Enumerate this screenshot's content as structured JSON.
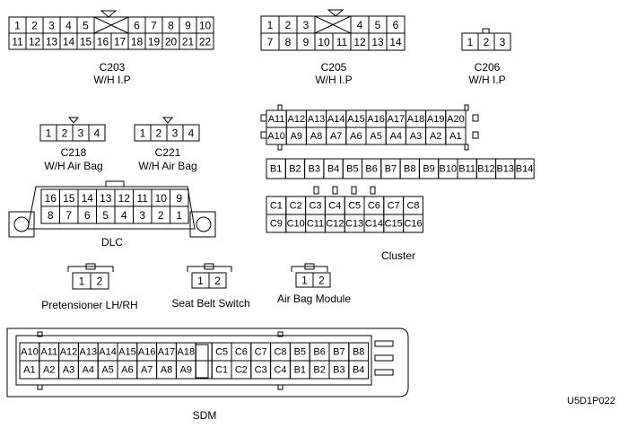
{
  "connectors": {
    "c203": {
      "name": "C203",
      "location": "W/H I.P",
      "rows": [
        [
          "1",
          "2",
          "3",
          "4",
          "5",
          "",
          "6",
          "7",
          "8",
          "9",
          "10"
        ],
        [
          "11",
          "12",
          "13",
          "14",
          "15",
          "16",
          "17",
          "18",
          "19",
          "20",
          "21",
          "22"
        ]
      ]
    },
    "c205": {
      "name": "C205",
      "location": "W/H I.P",
      "rows": [
        [
          "1",
          "2",
          "3",
          "",
          "4",
          "5",
          "6"
        ],
        [
          "7",
          "8",
          "9",
          "10",
          "11",
          "12",
          "13",
          "14"
        ]
      ]
    },
    "c206": {
      "name": "C206",
      "location": "W/H I.P",
      "rows": [
        [
          "1",
          "2",
          "3"
        ]
      ]
    },
    "c218": {
      "name": "C218",
      "location": "W/H Air Bag",
      "rows": [
        [
          "1",
          "2",
          "3",
          "4"
        ]
      ]
    },
    "c221": {
      "name": "C221",
      "location": "W/H Air Bag",
      "rows": [
        [
          "1",
          "2",
          "3",
          "4"
        ]
      ]
    },
    "dlc": {
      "name": "DLC",
      "rows": [
        [
          "16",
          "15",
          "14",
          "13",
          "12",
          "11",
          "10",
          "9"
        ],
        [
          "8",
          "7",
          "6",
          "5",
          "4",
          "3",
          "2",
          "1"
        ]
      ]
    },
    "cluster": {
      "name": "Cluster",
      "a_rows": [
        [
          "A11",
          "A12",
          "A13",
          "A14",
          "A15",
          "A16",
          "A17",
          "A18",
          "A19",
          "A20"
        ],
        [
          "A10",
          "A9",
          "A8",
          "A7",
          "A6",
          "A5",
          "A4",
          "A3",
          "A2",
          "A1"
        ]
      ],
      "b_row": [
        "B1",
        "B2",
        "B3",
        "B4",
        "B5",
        "B6",
        "B7",
        "B8",
        "B9",
        "B10",
        "B11",
        "B12",
        "B13",
        "B14"
      ],
      "c_rows": [
        [
          "C1",
          "C2",
          "C3",
          "C4",
          "C5",
          "C6",
          "C7",
          "C8"
        ],
        [
          "C9",
          "C10",
          "C11",
          "C12",
          "C13",
          "C14",
          "C15",
          "C16"
        ]
      ]
    },
    "pretensioner": {
      "name": "Pretensioner LH/RH",
      "rows": [
        [
          "1",
          "2"
        ]
      ]
    },
    "seat_belt_switch": {
      "name": "Seat Belt Switch",
      "rows": [
        [
          "1",
          "2"
        ]
      ]
    },
    "air_bag_module": {
      "name": "Air Bag Module",
      "rows": [
        [
          "1",
          "2"
        ]
      ]
    },
    "sdm": {
      "name": "SDM",
      "rows": [
        [
          "A10",
          "A11",
          "A12",
          "A13",
          "A14",
          "A15",
          "A16",
          "A17",
          "A18",
          "",
          "C5",
          "C6",
          "C7",
          "C8",
          "B5",
          "B6",
          "B7",
          "B8"
        ],
        [
          "A1",
          "A2",
          "A3",
          "A4",
          "A5",
          "A6",
          "A7",
          "A8",
          "A9",
          "",
          "C1",
          "C2",
          "C3",
          "C4",
          "B1",
          "B2",
          "B3",
          "B4"
        ]
      ]
    }
  },
  "figure_code": "U5D1P022"
}
